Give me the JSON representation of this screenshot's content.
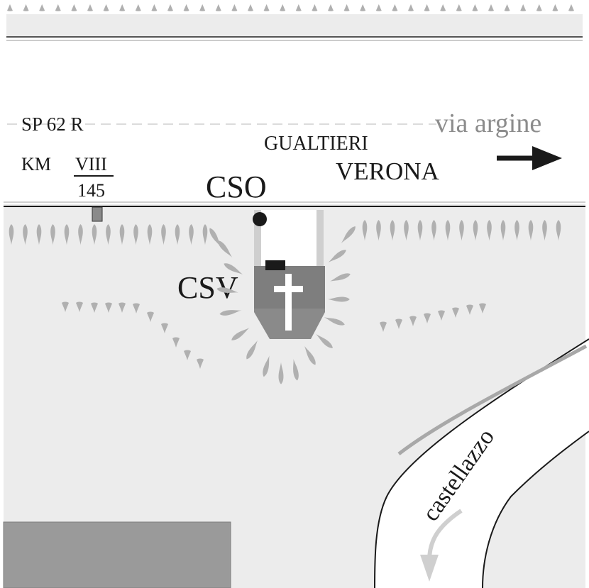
{
  "road": {
    "name": "SP 62 R",
    "km_prefix": "KM",
    "km_roman": "VIII",
    "km_number": "145",
    "branch_name": "via argine"
  },
  "destinations": {
    "upper": "GUALTIERI",
    "lower": "VERONA"
  },
  "sites": {
    "cso": "CSO",
    "csv": "CSV"
  },
  "side_road": {
    "name": "castellazzo"
  },
  "icons": {
    "direction_arrow": "arrow-right-icon",
    "cemetery_cross": "latin-cross-icon",
    "tree": "cypress-tree-icon"
  },
  "colors": {
    "background": "#ececec",
    "road_surface": "#ffffff",
    "cemetery_fill": "#8a8a8a",
    "tree": "#b0b0b0",
    "building": "#9a9a9a",
    "text": "#1a1a1a",
    "muted_text": "#8c8c8c"
  }
}
